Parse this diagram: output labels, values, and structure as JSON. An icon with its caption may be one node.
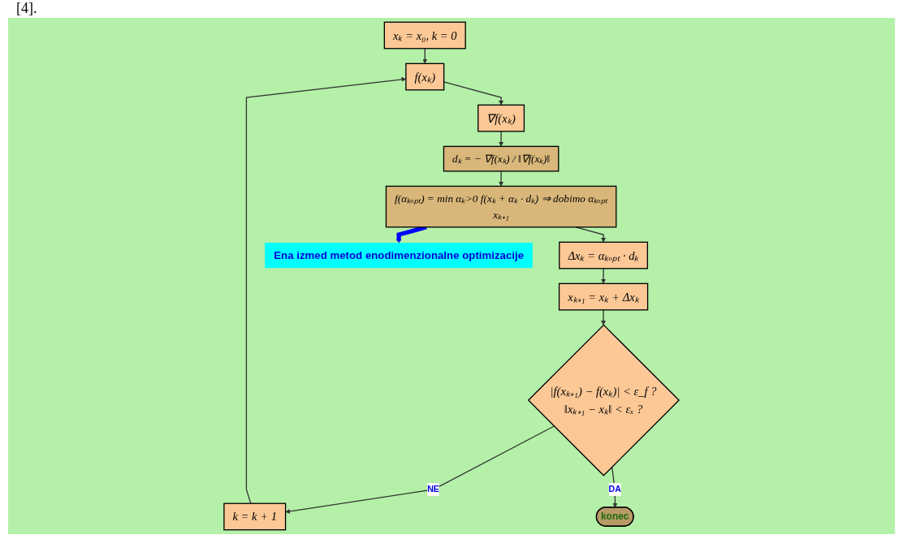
{
  "diagram": {
    "nodes": [
      {
        "text": [
          "xₖ = x₀,  k = 0"
        ]
      },
      {
        "text": [
          "k = k + 1"
        ]
      },
      {
        "text": [
          "|f(xₖ₊₁) − f(xₖ)| < ε_f ?",
          "‖xₖ₊₁ − xₖ‖ < εₓ ?"
        ]
      },
      {
        "text": [
          "konec"
        ]
      },
      {
        "text": [
          "f(xₖ)"
        ]
      },
      {
        "text": [
          "∇f(xₖ)"
        ]
      },
      {
        "text": [
          "dₖ = − ∇f(xₖ) / ‖∇f(xₖ)‖"
        ]
      },
      {
        "text": [
          "xₖ₊₁ = xₖ + Δxₖ"
        ]
      },
      {
        "text": [
          "Δxₖ = αₖₒₚₜ · dₖ"
        ]
      },
      {
        "text": [
          "f(αₖₒₚₜ) = min αₖ>0 f(xₖ + αₖ · dₖ) ⇒ dobimo αₖₒₚₜ",
          "xₖ₊₁"
        ]
      },
      {
        "text": [
          "Ena izmed metod enodimenzionalne optimizacije"
        ]
      }
    ],
    "edges": [
      {
        "from": 0,
        "to": 4,
        "arrow": "to"
      },
      {
        "from": 1,
        "to": 4,
        "arrow": "to"
      },
      {
        "from": 2,
        "to": 1,
        "arrow": "to",
        "label": "NE"
      },
      {
        "from": 2,
        "to": 3,
        "arrow": "to",
        "label": "DA"
      },
      {
        "from": 4,
        "to": 5,
        "arrow": "to"
      },
      {
        "from": 5,
        "to": 6,
        "arrow": "to"
      },
      {
        "from": 6,
        "to": 9,
        "arrow": "to"
      },
      {
        "from": 9,
        "to": 8,
        "arrow": "to"
      },
      {
        "from": 8,
        "to": 7,
        "arrow": "to"
      },
      {
        "from": 7,
        "to": 2,
        "arrow": "to"
      },
      {
        "from": 9,
        "to": 10,
        "arrow": "to",
        "style": "thick",
        "color": "#0000ff"
      }
    ],
    "labels": [
      "[4]."
    ]
  }
}
